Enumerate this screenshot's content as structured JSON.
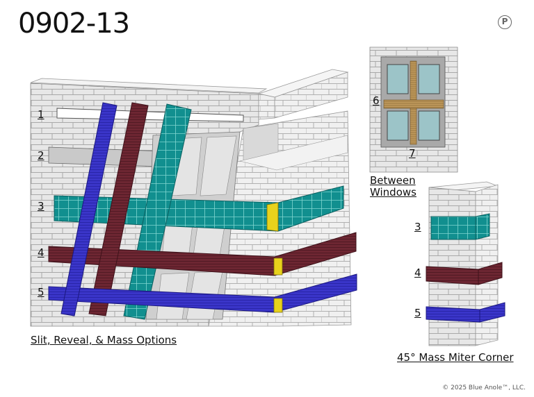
{
  "title": "0902-13",
  "captions": {
    "main": "Slit, Reveal, & Mass Options",
    "between": "Between Windows",
    "corner": "45° Mass Miter Corner"
  },
  "labels": {
    "main": [
      "1",
      "2",
      "3",
      "4",
      "5"
    ],
    "window": [
      "6",
      "7"
    ],
    "corner": [
      "3",
      "4",
      "5"
    ]
  },
  "copyright": "© 2025 Blue Anole™, LLC.",
  "icons": [
    "pinterest-icon"
  ],
  "colors": {
    "masonry": "#e6e6e6",
    "mortar": "#9a9a9a",
    "teal": "#0f8c8c",
    "maroon": "#6b2530",
    "blue": "#3430c8",
    "wood": "#b8955a",
    "yellow": "#e8d21c",
    "glass": "#9cc4c8"
  }
}
